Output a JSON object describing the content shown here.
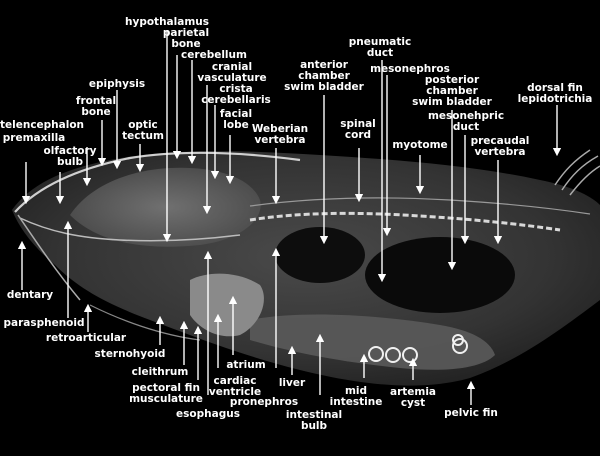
{
  "labels": {
    "hypothalamus": "hypothalamus",
    "parietal_bone": "parietal\nbone",
    "cerebellum": "cerebellum",
    "cranial_vasculature": "cranial\nvasculature",
    "crista_cerebellaris": "crista\ncerebellaris",
    "facial_lobe": "facial\nlobe",
    "pneumatic_duct": "pneumatic\nduct",
    "anterior_chamber": "anterior\nchamber\nswim bladder",
    "mesonephros": "mesonephros",
    "posterior_chamber": "posterior\nchamber\nswim bladder",
    "dorsal_fin": "dorsal fin\nlepidotrichia",
    "epiphysis": "epiphysis",
    "frontal_bone": "frontal\nbone",
    "telencephalon": "telencephalon",
    "premaxilla": "premaxilla",
    "olfactory_bulb": "olfactory\nbulb",
    "optic_tectum": "optic\ntectum",
    "weberian_vertebra": "Weberian\nvertebra",
    "spinal_cord": "spinal\ncord",
    "myotome": "myotome",
    "mesonephric_duct": "mesonehpric\nduct",
    "precaudal_vertebra": "precaudal\nvertebra",
    "dentary": "dentary",
    "parasphenoid": "parasphenoid",
    "retroarticular": "retroarticular",
    "sternohyoid": "sternohyoid",
    "cleithrum": "cleithrum",
    "pectoral_fin": "pectoral fin\nmusculature",
    "esophagus": "esophagus",
    "cardiac_ventricle": "cardiac\nventricle",
    "atrium": "atrium",
    "pronephros": "pronephros",
    "liver": "liver",
    "intestinal_bulb": "intestinal\nbulb",
    "mid_intestine": "mid\nintestine",
    "artemia_cyst": "artemia\ncyst",
    "pelvic_fin": "pelvic fin"
  }
}
